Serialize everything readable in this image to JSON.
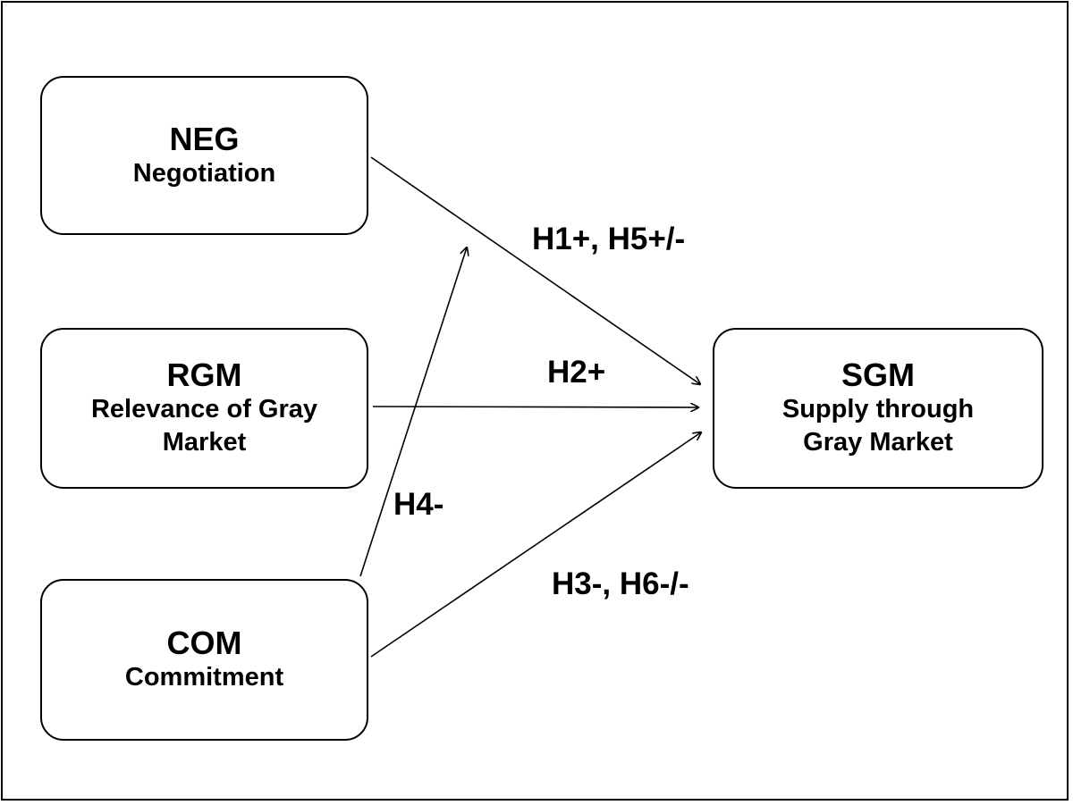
{
  "nodes": {
    "neg": {
      "abbr": "NEG",
      "full": "Negotiation"
    },
    "rgm": {
      "abbr": "RGM",
      "full": "Relevance of Gray Market"
    },
    "com": {
      "abbr": "COM",
      "full": "Commitment"
    },
    "sgm": {
      "abbr": "SGM",
      "full": "Supply through Gray Market"
    }
  },
  "edges": [
    {
      "from": "neg",
      "to": "sgm",
      "label": "H1+, H5+/-"
    },
    {
      "from": "rgm",
      "to": "sgm",
      "label": "H2+"
    },
    {
      "from": "com",
      "to": "sgm",
      "label": "H3-, H6-/-"
    },
    {
      "from": "com",
      "to": "edge:neg-sgm",
      "label": "H4-"
    }
  ],
  "colors": {
    "stroke": "#000000",
    "background": "#ffffff"
  }
}
